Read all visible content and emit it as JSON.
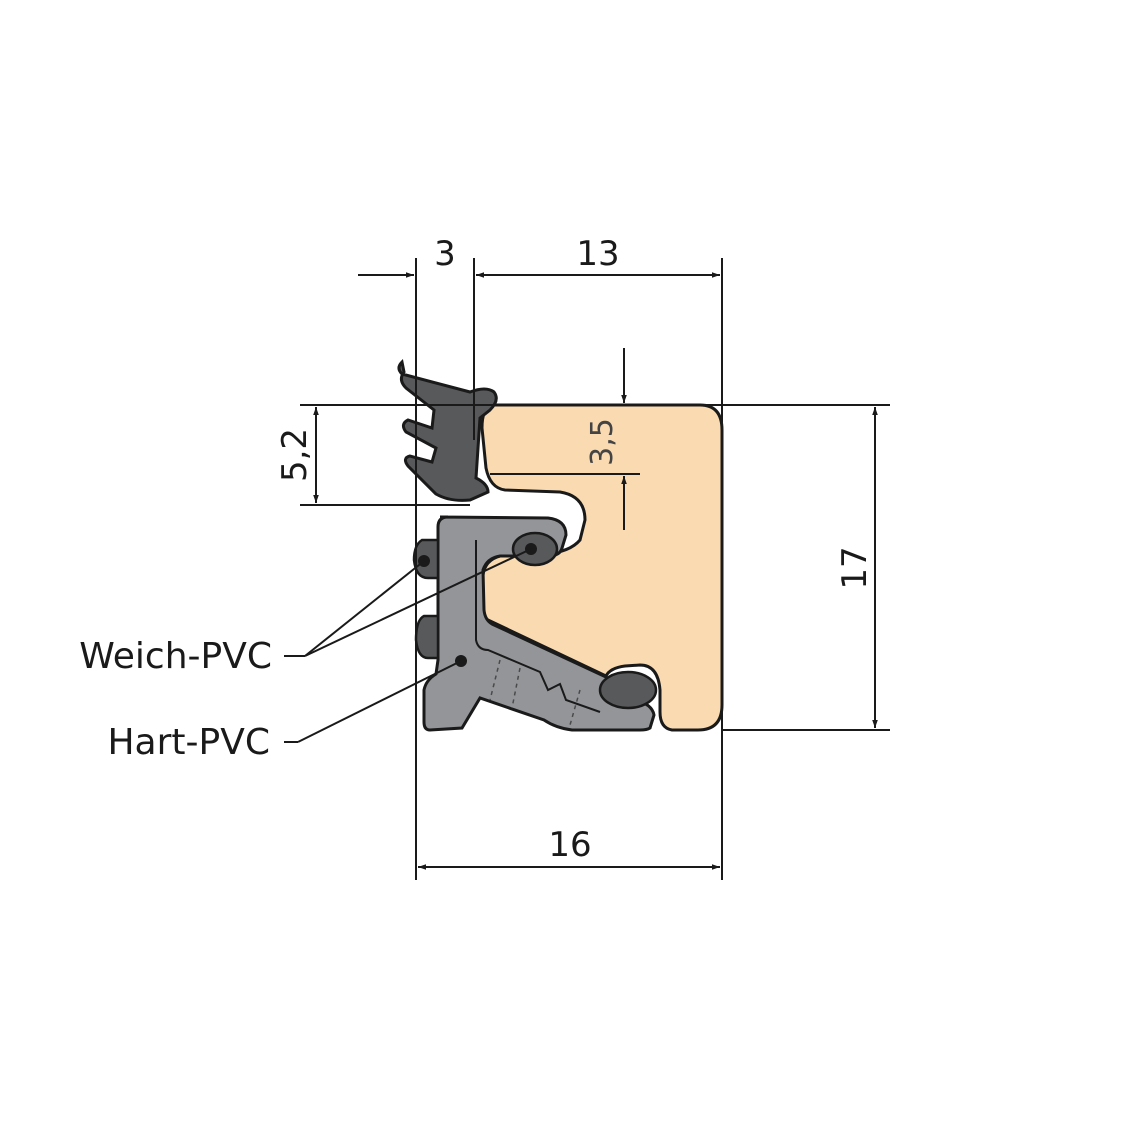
{
  "dimensions": {
    "lip_width": "3",
    "profile_width": "13",
    "total_width": "16",
    "total_height": "17",
    "lip_height": "5,2",
    "lip_offset": "3,5"
  },
  "labels": {
    "soft_pvc": "Weich-PVC",
    "hard_pvc": "Hart-PVC"
  },
  "colors": {
    "wood": "#f9dab1",
    "gasket": "#58595b",
    "carrier": "#939598",
    "line": "#1a1a1a"
  }
}
